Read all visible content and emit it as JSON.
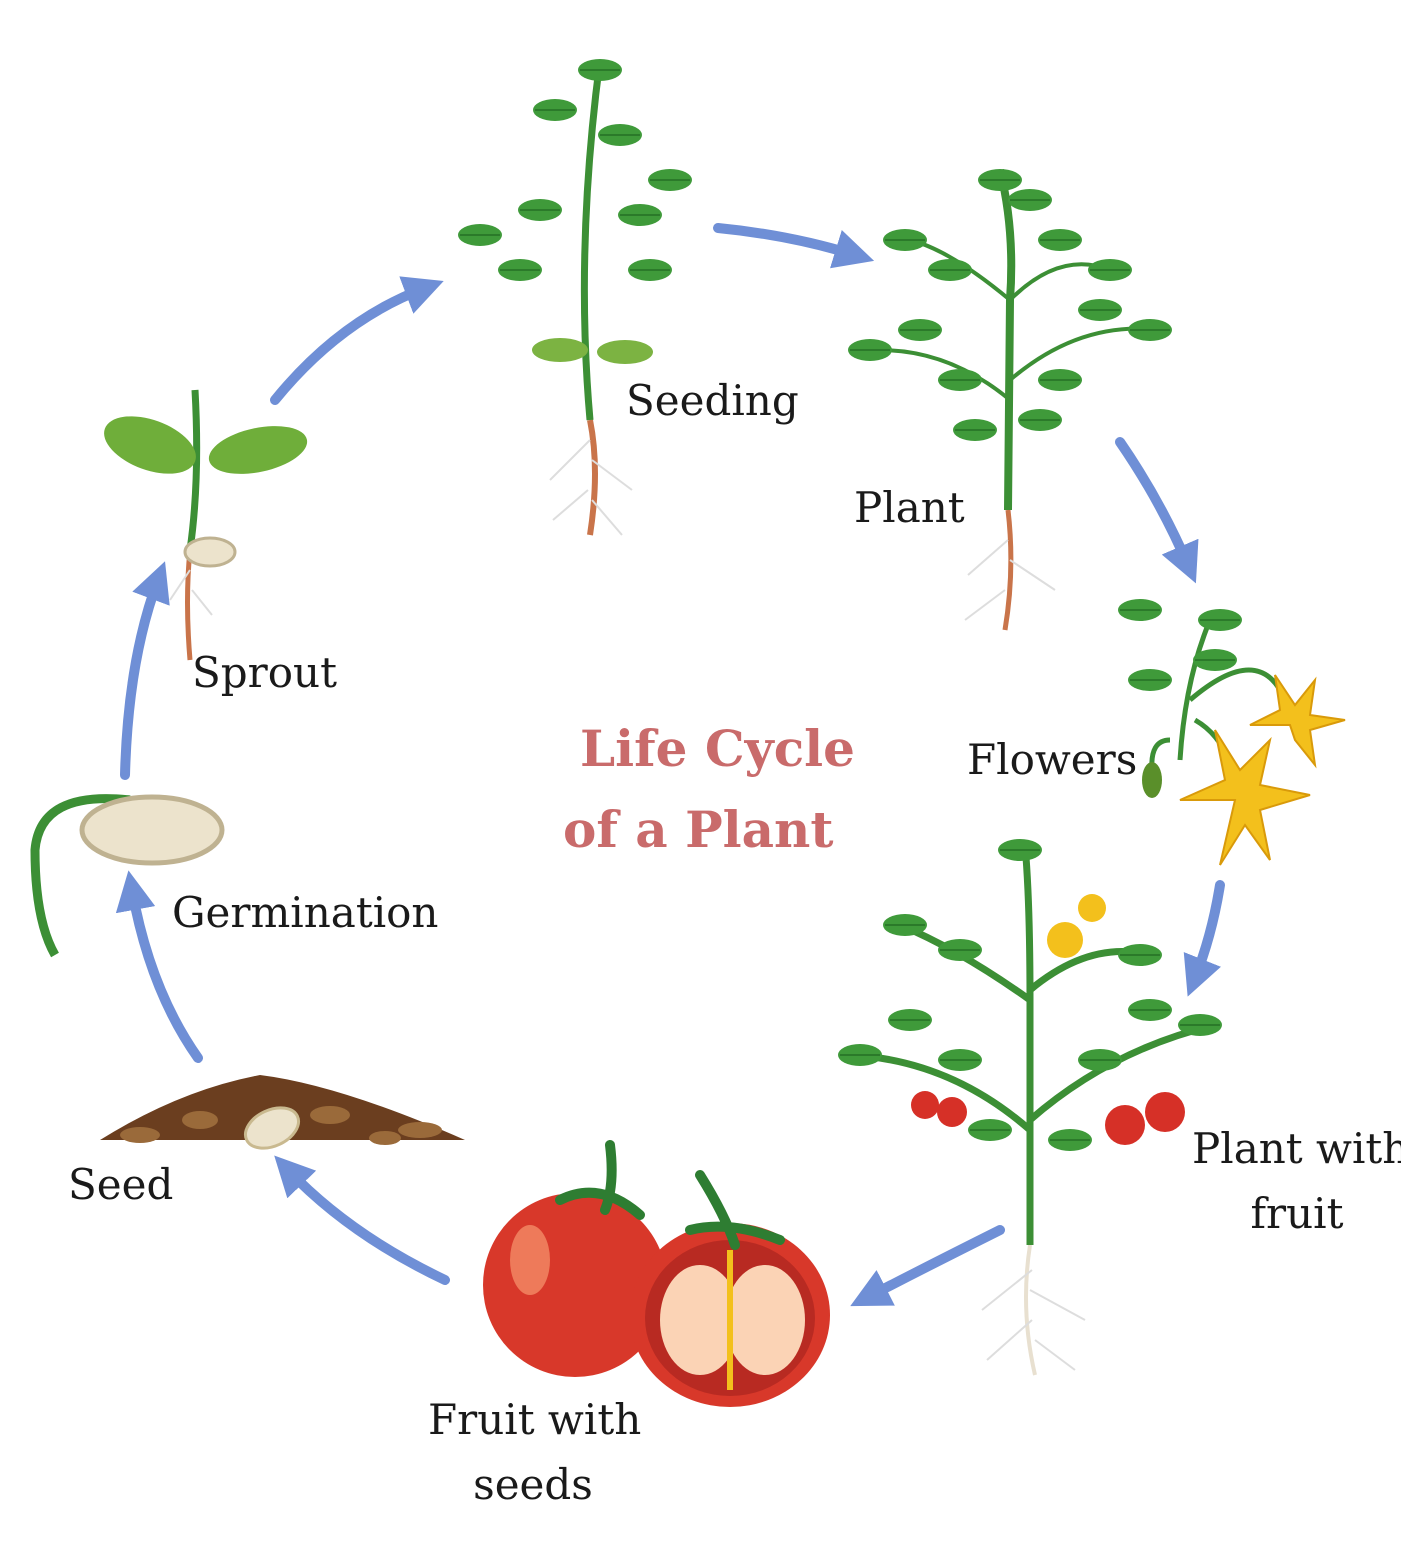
{
  "title": {
    "line1": "Life Cycle",
    "line2": "of a Plant",
    "color": "#c96b6b"
  },
  "arrow_color": "#6f8fd6",
  "stages": [
    {
      "label": "Seeding"
    },
    {
      "label": "Plant"
    },
    {
      "label": "Flowers"
    },
    {
      "label_line1": "Plant with",
      "label_line2": "fruit"
    },
    {
      "label_line1": "Fruit with",
      "label_line2": "seeds"
    },
    {
      "label": "Seed"
    },
    {
      "label": "Germination"
    },
    {
      "label": "Sprout"
    }
  ]
}
